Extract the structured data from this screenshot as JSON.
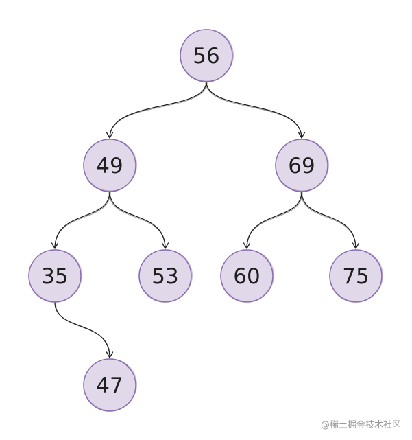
{
  "diagram": {
    "type": "binary-search-tree",
    "colors": {
      "node_fill": "#e1d9ea",
      "node_stroke": "#8b6fb0",
      "edge": "#1e1e1e"
    },
    "nodes": [
      {
        "id": "n56",
        "label": "56"
      },
      {
        "id": "n49",
        "label": "49"
      },
      {
        "id": "n69",
        "label": "69"
      },
      {
        "id": "n35",
        "label": "35"
      },
      {
        "id": "n53",
        "label": "53"
      },
      {
        "id": "n60",
        "label": "60"
      },
      {
        "id": "n75",
        "label": "75"
      },
      {
        "id": "n47",
        "label": "47"
      }
    ],
    "edges": [
      {
        "from": "n56",
        "to": "n49"
      },
      {
        "from": "n56",
        "to": "n69"
      },
      {
        "from": "n49",
        "to": "n35"
      },
      {
        "from": "n49",
        "to": "n53"
      },
      {
        "from": "n69",
        "to": "n60"
      },
      {
        "from": "n69",
        "to": "n75"
      },
      {
        "from": "n35",
        "to": "n47"
      }
    ]
  },
  "watermark": "@稀土掘金技术社区"
}
